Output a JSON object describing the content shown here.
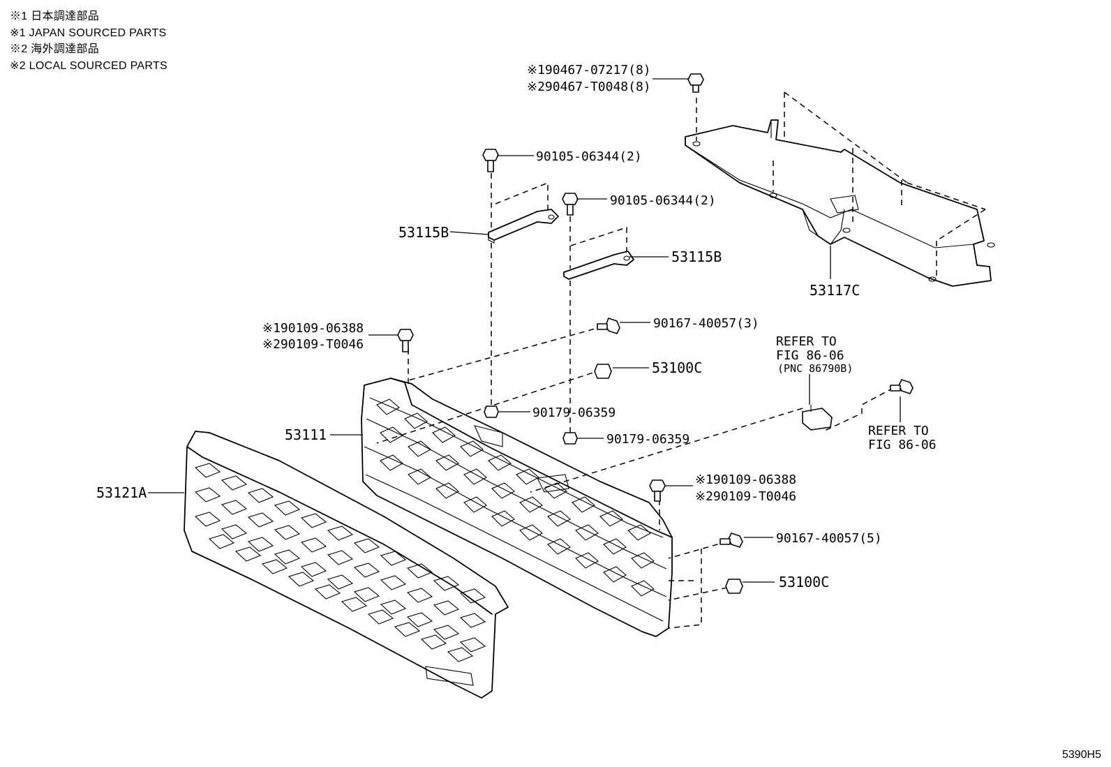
{
  "notes": [
    "※1 日本調達部品",
    "※1 JAPAN SOURCED PARTS",
    "※2 海外調達部品",
    "※2 LOCAL SOURCED PARTS"
  ],
  "figure_id": "5390H5",
  "callouts": {
    "bolt_top_1": "※190467-07217(8)",
    "bolt_top_2": "※290467-T0048(8)",
    "bolt_a": "90105-06344(2)",
    "bolt_b": "90105-06344(2)",
    "bracket_left": "53115B",
    "bracket_right": "53115B",
    "cover": "53117C",
    "screw_left_1": "※190109-06388",
    "screw_left_2": "※290109-T0046",
    "screw_upper": "90167-40057(3)",
    "clip_upper": "53100C",
    "refer_top_1": "REFER TO",
    "refer_top_2": "FIG 86-06",
    "refer_top_3": "(PNC 86790B)",
    "refer_right_1": "REFER TO",
    "refer_right_2": "FIG 86-06",
    "nut_a": "90179-06359",
    "nut_b": "90179-06359",
    "grille_base": "53111",
    "grille": "53121A",
    "screw_right_1": "※190109-06388",
    "screw_right_2": "※290109-T0046",
    "screw_lower": "90167-40057(5)",
    "clip_lower": "53100C"
  }
}
